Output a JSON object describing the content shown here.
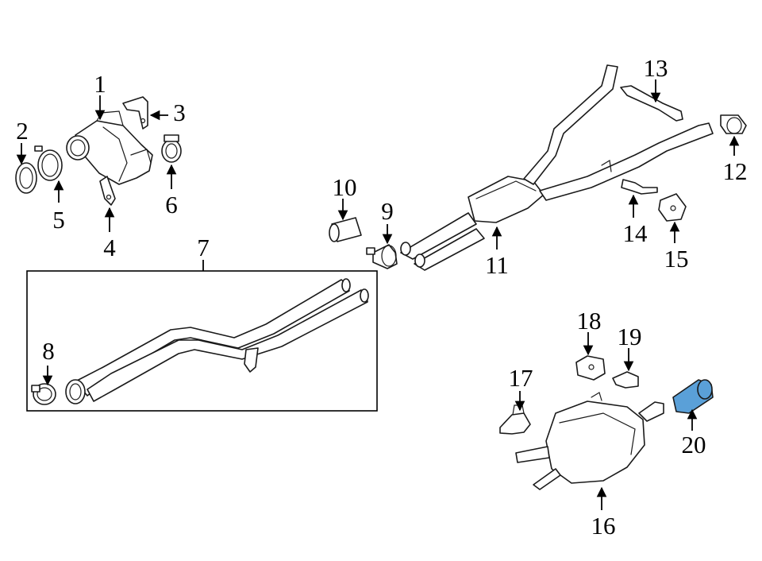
{
  "highlight_color": "#5aa0d8",
  "callouts": [
    {
      "id": "1",
      "text": "1"
    },
    {
      "id": "2",
      "text": "2"
    },
    {
      "id": "3",
      "text": "3"
    },
    {
      "id": "4",
      "text": "4"
    },
    {
      "id": "5",
      "text": "5"
    },
    {
      "id": "6",
      "text": "6"
    },
    {
      "id": "7",
      "text": "7"
    },
    {
      "id": "8",
      "text": "8"
    },
    {
      "id": "9",
      "text": "9"
    },
    {
      "id": "10",
      "text": "10"
    },
    {
      "id": "11",
      "text": "11"
    },
    {
      "id": "12",
      "text": "12"
    },
    {
      "id": "13",
      "text": "13"
    },
    {
      "id": "14",
      "text": "14"
    },
    {
      "id": "15",
      "text": "15"
    },
    {
      "id": "16",
      "text": "16"
    },
    {
      "id": "17",
      "text": "17"
    },
    {
      "id": "18",
      "text": "18"
    },
    {
      "id": "19",
      "text": "19"
    },
    {
      "id": "20",
      "text": "20"
    }
  ]
}
